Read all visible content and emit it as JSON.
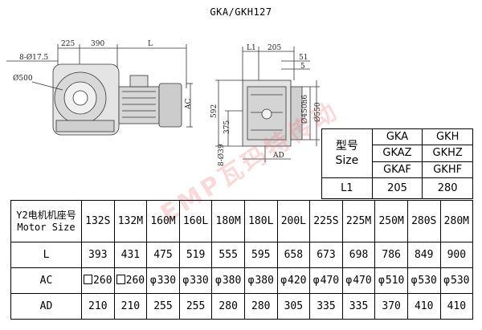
{
  "title": "GKA/GKH127",
  "drawing_dims": {
    "d1": "8-Ø17.5",
    "d2": "225",
    "d3": "390",
    "d4": "L",
    "d5": "Ø500",
    "d6": "AC",
    "d7": "L1",
    "d8": "205",
    "d9": "51",
    "d10": "5",
    "d11": "592",
    "d12": "375",
    "d13": "Ø450h6",
    "d14": "Ø550",
    "d15": "8-Ø39",
    "d16": "AD"
  },
  "watermark": "EMP瓦玛特传动",
  "small_table": {
    "type_label": "型号",
    "size_label": "Size",
    "col_a": [
      "GKA",
      "GKAZ",
      "GKAF"
    ],
    "col_b": [
      "GKH",
      "GKHZ",
      "GKHF"
    ],
    "l1_label": "L1",
    "l1_a": "205",
    "l1_b": "280"
  },
  "main_table": {
    "header_line1": "Y2电机机座号",
    "header_line2": "Motor Size",
    "sizes": [
      "132S",
      "132M",
      "160M",
      "160L",
      "180M",
      "180L",
      "200L",
      "225S",
      "225M",
      "250M",
      "280S",
      "280M"
    ],
    "rows": [
      {
        "label": "L",
        "values": [
          "393",
          "431",
          "475",
          "519",
          "555",
          "595",
          "658",
          "673",
          "698",
          "786",
          "849",
          "900"
        ]
      },
      {
        "label": "AC",
        "prefixes": [
          "square",
          "square",
          "phi",
          "phi",
          "phi",
          "phi",
          "phi",
          "phi",
          "phi",
          "phi",
          "phi",
          "phi"
        ],
        "phi_symbol": "φ",
        "values": [
          "260",
          "260",
          "330",
          "330",
          "380",
          "380",
          "420",
          "470",
          "470",
          "510",
          "530",
          "530"
        ]
      },
      {
        "label": "AD",
        "values": [
          "210",
          "210",
          "255",
          "255",
          "280",
          "280",
          "305",
          "335",
          "335",
          "370",
          "410",
          "410"
        ]
      }
    ]
  }
}
